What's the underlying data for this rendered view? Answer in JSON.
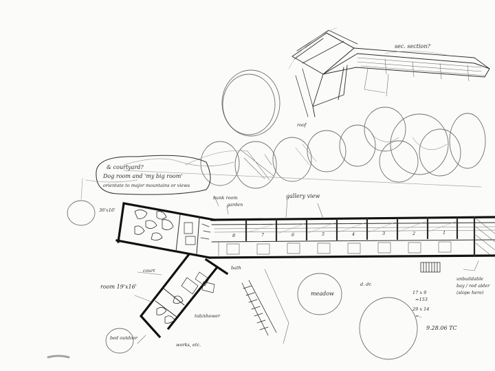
{
  "notes": {
    "section": "sec. section?",
    "entry_note_1": "Dog room and 'my big room'",
    "entry_note_2": "orientate to major mountains or views",
    "entry_note_3": "& courtyard?",
    "bunk_note": "bunk room",
    "gallery_view": "gallery view",
    "roof": "roof",
    "court": "court",
    "room_dim": "room 19'x16'",
    "bath_note": "bath",
    "shower_note": "tub/shower",
    "garden_note": "garden",
    "outdoor": "bed outdoor",
    "works": "works, etc.",
    "right_note_1": "unbuildable",
    "right_note_2": "bay / red alder",
    "right_note_3": "(slope here)",
    "dims_1": "17 x 9",
    "dims_2": "=153",
    "dims_3": "29 x 14",
    "dims_4": "=..",
    "signature": "9.28.06 TC",
    "door_note": "d. dr.",
    "meadow": "meadow",
    "circle_note": "36'x16'"
  },
  "rooms": [
    "8",
    "7",
    "6",
    "5",
    "4",
    "3",
    "2",
    "1"
  ],
  "colors": {
    "paper": "#fbfbf9",
    "graphite": "#2a2a2a",
    "wall": "#111111"
  }
}
